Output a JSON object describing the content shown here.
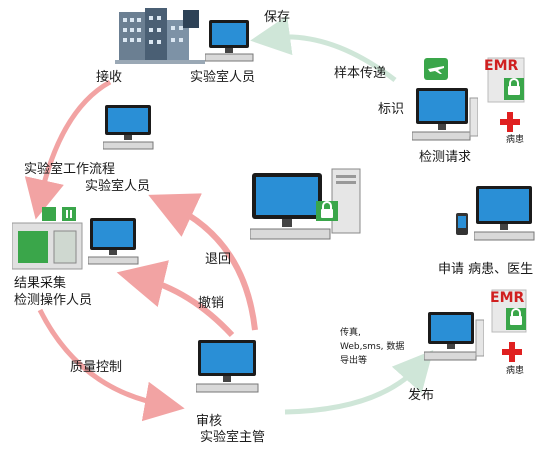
{
  "nodes": {
    "receive": {
      "label": "接收"
    },
    "lab_staff_top": {
      "label": "实验室人员"
    },
    "save": {
      "label": "保存"
    },
    "sample_transfer": {
      "label": "样本传递"
    },
    "identify": {
      "label": "标识"
    },
    "patient_top": {
      "label": "病患"
    },
    "test_request": {
      "label": "检测请求"
    },
    "lab_workflow": {
      "label": "实验室工作流程"
    },
    "lab_staff_mid": {
      "label": "实验室人员"
    },
    "return": {
      "label": "退回"
    },
    "apply": {
      "label": "申请 病患、医生"
    },
    "revoke": {
      "label": "撤销"
    },
    "result_collect": {
      "label": "结果采集"
    },
    "test_operator": {
      "label": "检测操作人员"
    },
    "fax_line1": {
      "label": "传真,"
    },
    "fax_line2": {
      "label": "Web,sms, 数据"
    },
    "fax_line3": {
      "label": "导出等"
    },
    "quality_control": {
      "label": "质量控制"
    },
    "publish": {
      "label": "发布"
    },
    "audit": {
      "label": "审核"
    },
    "lab_supervisor": {
      "label": "实验室主管"
    },
    "patient_bottom": {
      "label": "病患"
    },
    "emr_top": {
      "label": "EMR"
    },
    "emr_bottom": {
      "label": "EMR"
    }
  },
  "colors": {
    "pink_arrow": "#f2a3a3",
    "green_arrow": "#cfe6d8",
    "screen_blue": "#2a8fd6",
    "plus_red": "#e02020",
    "lock_green": "#3aa64a"
  },
  "icons": [
    "building-icon",
    "computer-icon",
    "airplane-icon",
    "emr-folder-icon",
    "red-cross-icon",
    "server-lock-icon",
    "phone-icon",
    "lab-analyzer-icon"
  ]
}
